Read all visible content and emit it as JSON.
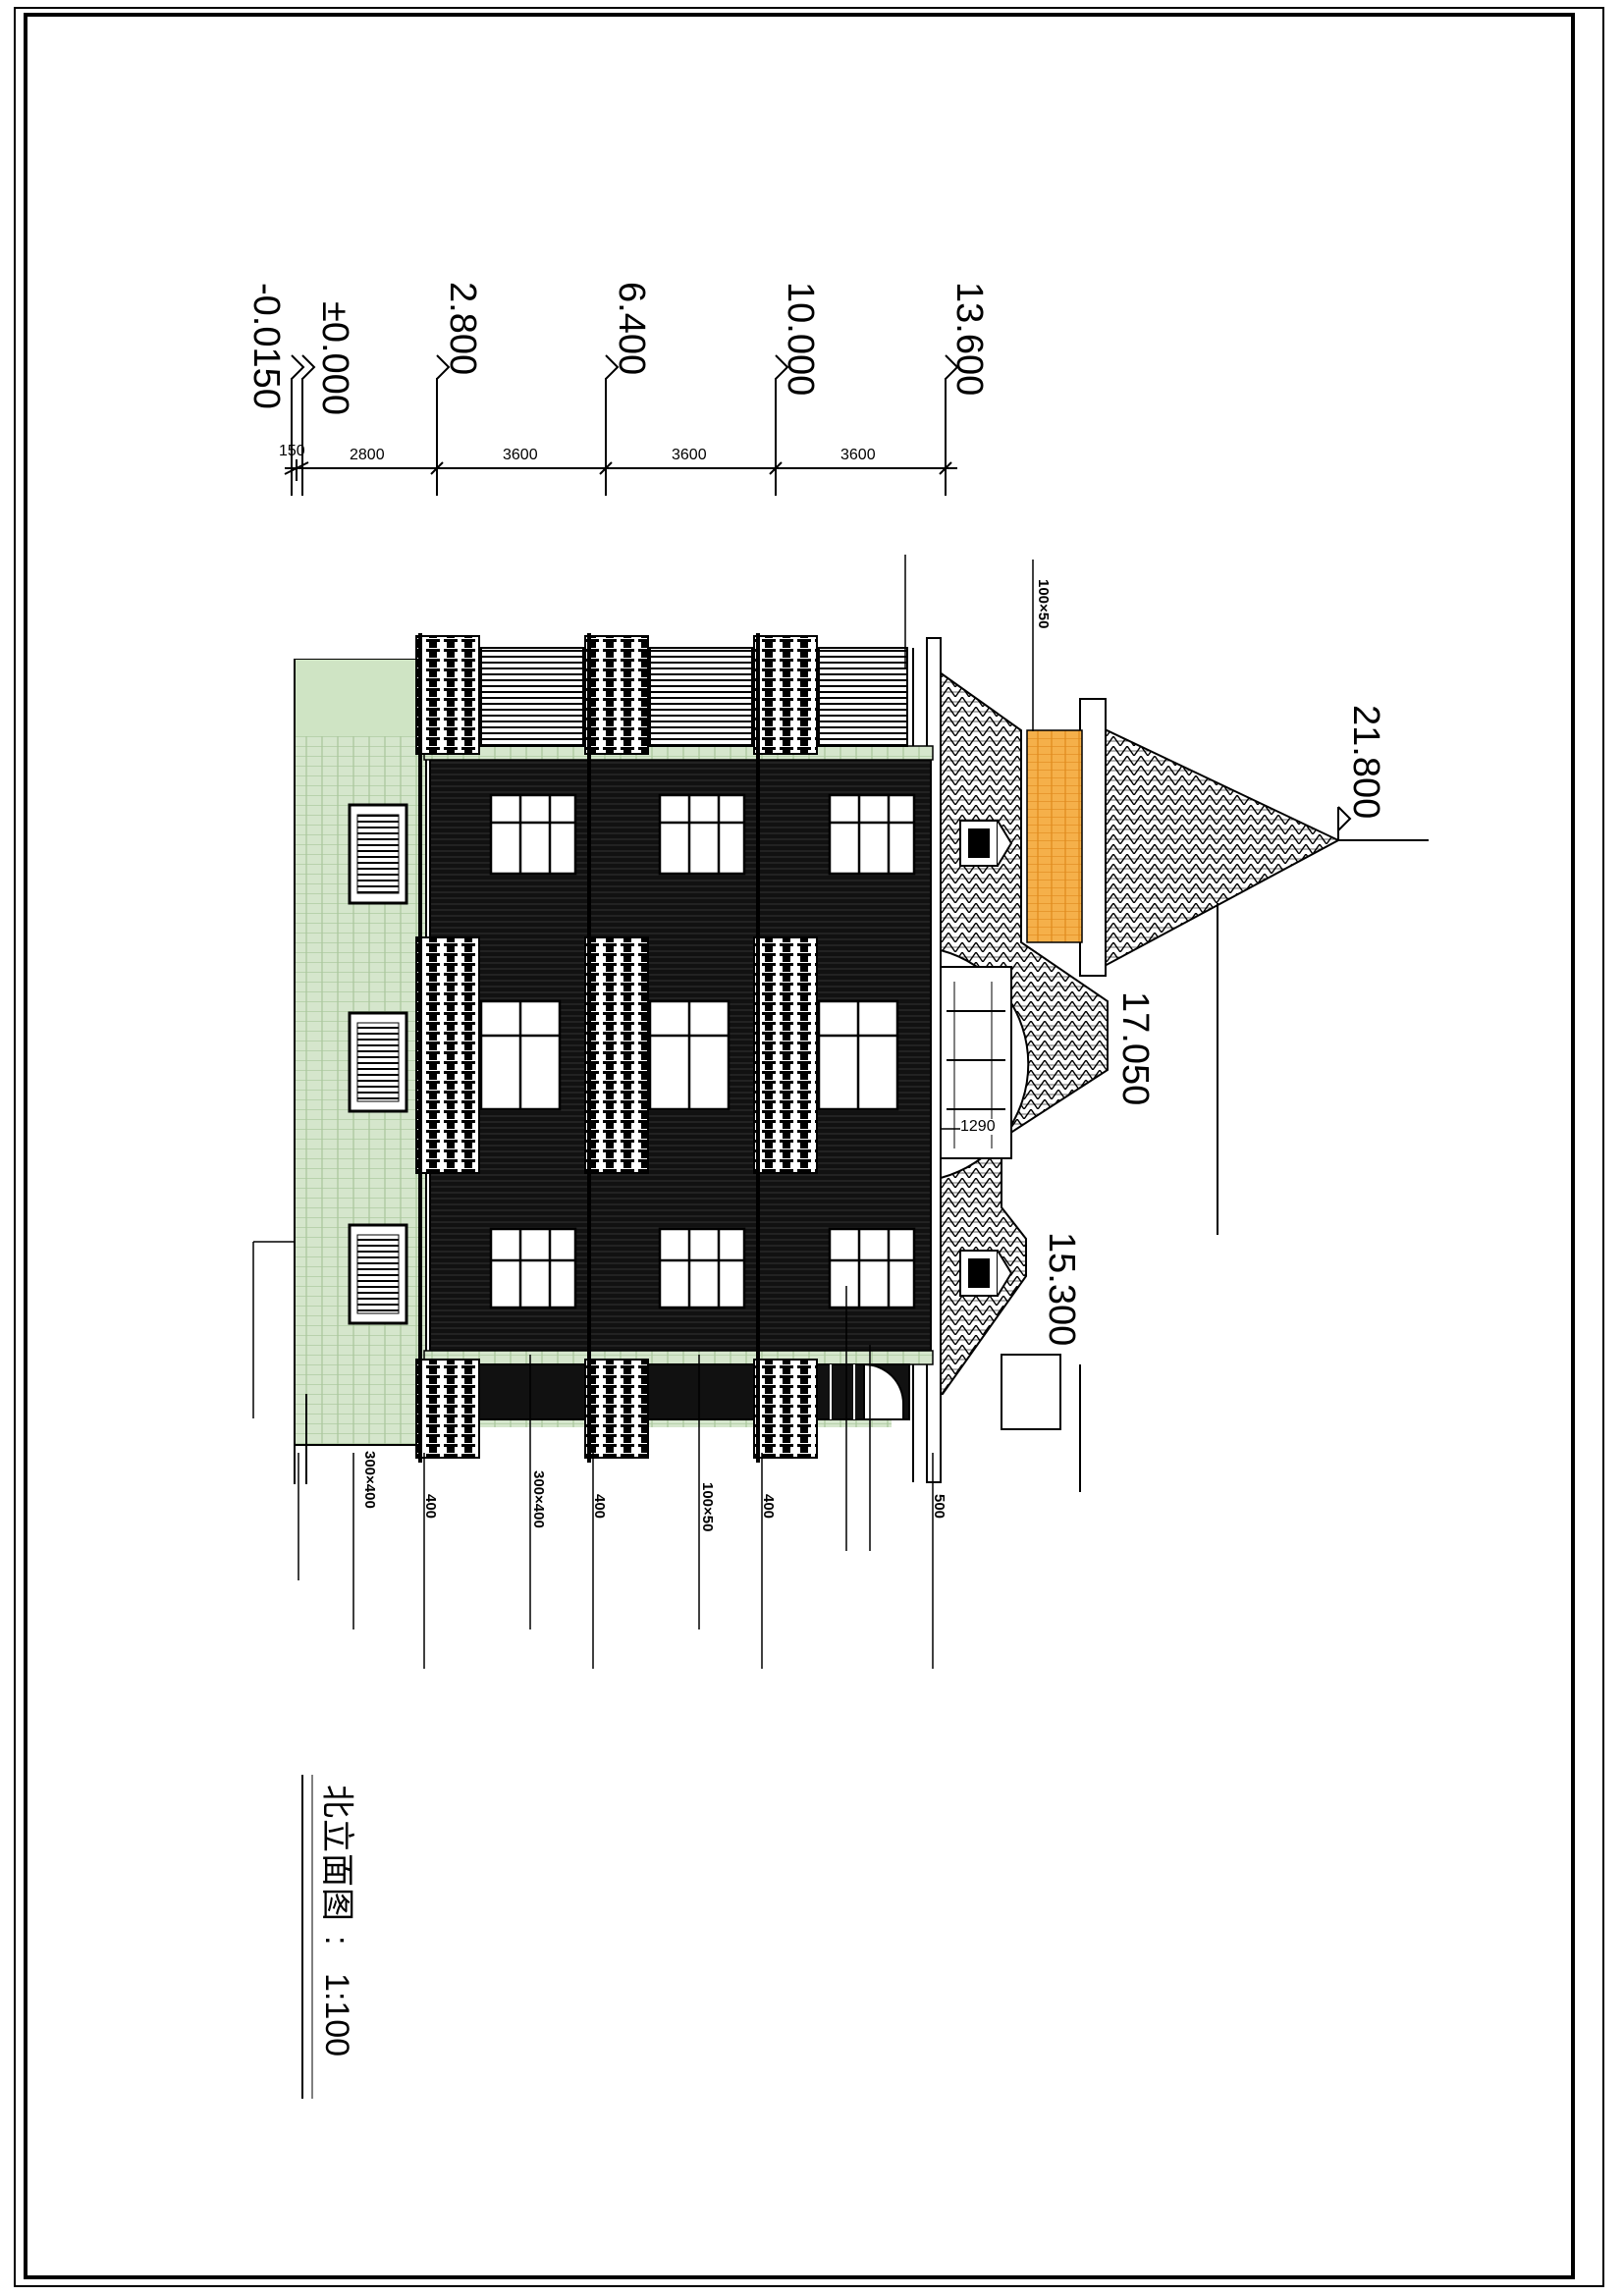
{
  "drawing": {
    "title": "北立面图",
    "scale": "1:100",
    "levels": [
      "-0.0150",
      "±0.000",
      "2.800",
      "6.400",
      "10.000",
      "13.600"
    ],
    "floor_dimensions": [
      "150",
      "2800",
      "3600",
      "3600",
      "3600"
    ],
    "roof_elevations": {
      "spire_top": "21.800",
      "main_ridge": "17.050",
      "eave": "15.300"
    },
    "window_dimension": "1290",
    "annotations": {
      "bottom_1": "300×400",
      "bottom_2": "300×400",
      "bottom_3": "100×50",
      "top_1": "100×50",
      "cornice_1": "400",
      "cornice_2": "400",
      "cornice_3": "400",
      "cornice_4": "500"
    },
    "colors": {
      "base_green": "#d5e6cc",
      "tower_orange": "#f5b04a",
      "wall_dark": "#111111",
      "line": "#000000"
    }
  }
}
